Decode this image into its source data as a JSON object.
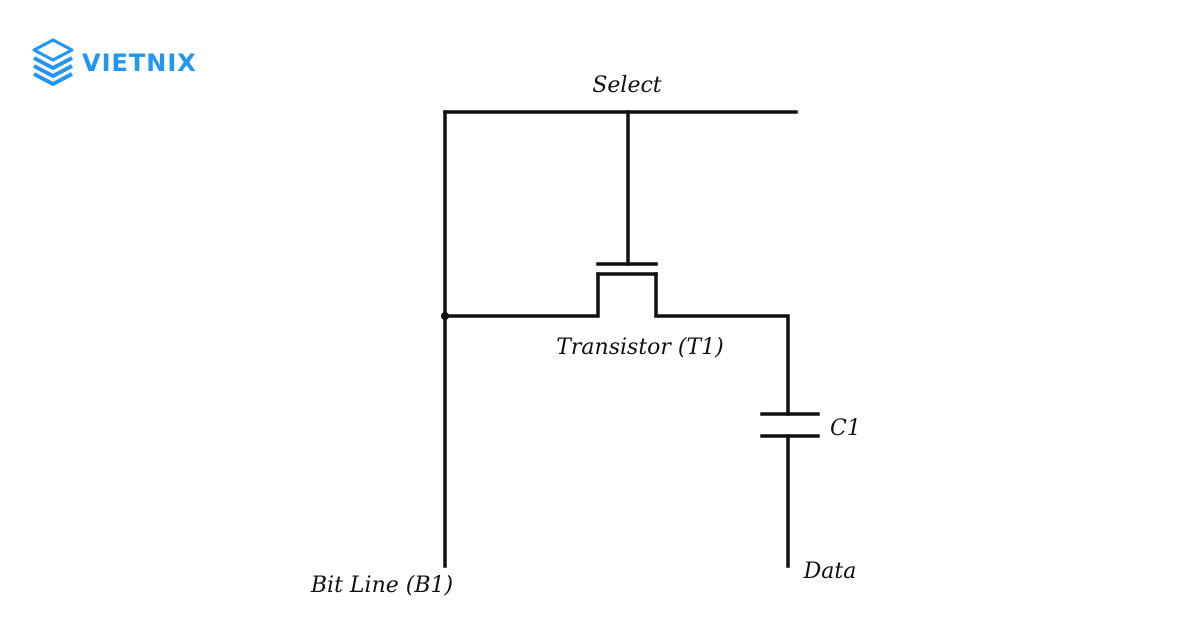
{
  "brand": {
    "name": "VIETNIX",
    "color": "#2196f3",
    "icon": "stacked-layers-icon"
  },
  "diagram": {
    "line_color": "#111111",
    "labels": {
      "select": "Select",
      "transistor": "Transistor (T1)",
      "capacitor": "C1",
      "bit_line": "Bit Line (B1)",
      "data": "Data"
    }
  }
}
